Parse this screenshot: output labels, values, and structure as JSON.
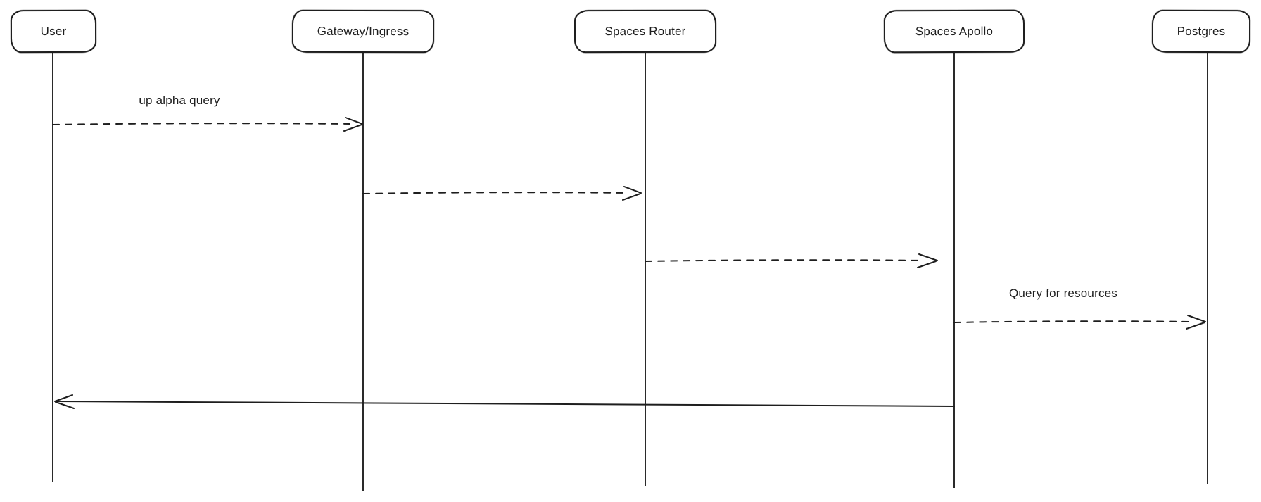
{
  "diagram": {
    "type": "sequence-diagram",
    "style": "hand-drawn",
    "colors": {
      "background": "#ffffff",
      "stroke": "#1e1e1e",
      "text": "#1e1e1e"
    },
    "participants": [
      {
        "label": "User"
      },
      {
        "label": "Gateway/Ingress"
      },
      {
        "label": "Spaces Router"
      },
      {
        "label": "Spaces Apollo"
      },
      {
        "label": "Postgres"
      }
    ],
    "messages": [
      {
        "from": "User",
        "to": "Gateway/Ingress",
        "label": "up alpha query",
        "line": "dashed",
        "direction": "right"
      },
      {
        "from": "Gateway/Ingress",
        "to": "Spaces Router",
        "label": "",
        "line": "dashed",
        "direction": "right"
      },
      {
        "from": "Spaces Router",
        "to": "Spaces Apollo",
        "label": "",
        "line": "dashed",
        "direction": "right"
      },
      {
        "from": "Spaces Apollo",
        "to": "Postgres",
        "label": "Query for resources",
        "line": "dashed",
        "direction": "right"
      },
      {
        "from": "Spaces Apollo",
        "to": "User",
        "label": "",
        "line": "solid",
        "direction": "left"
      }
    ]
  }
}
